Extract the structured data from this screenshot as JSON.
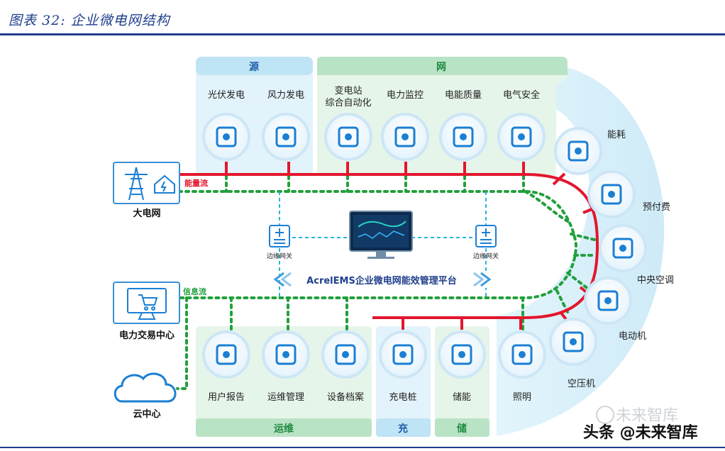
{
  "header": {
    "title": "图表 32:  企业微电网结构"
  },
  "sections": {
    "source": "源",
    "grid": "网",
    "ops": "运维",
    "charge": "充",
    "storage": "储"
  },
  "nodes": {
    "pv": "光伏发电",
    "wind": "风力发电",
    "substation_line1": "变电站",
    "substation_line2": "综合自动化",
    "power_monitor": "电力监控",
    "power_quality": "电能质量",
    "electrical_safety": "电气安全",
    "energy": "能耗",
    "prepaid": "预付费",
    "hvac": "中央空调",
    "motor": "电动机",
    "compressor": "空压机",
    "lighting": "照明",
    "storage": "储能",
    "charging_pile": "充电桩",
    "archive": "设备档案",
    "om_management": "运维管理",
    "user_report": "用户报告",
    "main_grid": "大电网",
    "trading_center": "电力交易中心",
    "cloud_center": "云中心"
  },
  "flows": {
    "energy_flow": "能量流",
    "info_flow": "信息流"
  },
  "gateways": {
    "left": "边缘网关",
    "right": "边缘网关"
  },
  "platform": {
    "label": "AcrelEMS企业微电网能效管理平台"
  },
  "watermark": {
    "upper": "头条 @未来智库",
    "lower": "未来智库"
  },
  "colors": {
    "energy_line": "#e3162d",
    "info_line": "#22a03c",
    "gateway_link": "#28b6d8",
    "icon_blue": "#1b7fd4",
    "title_blue": "#1f3f8c"
  }
}
